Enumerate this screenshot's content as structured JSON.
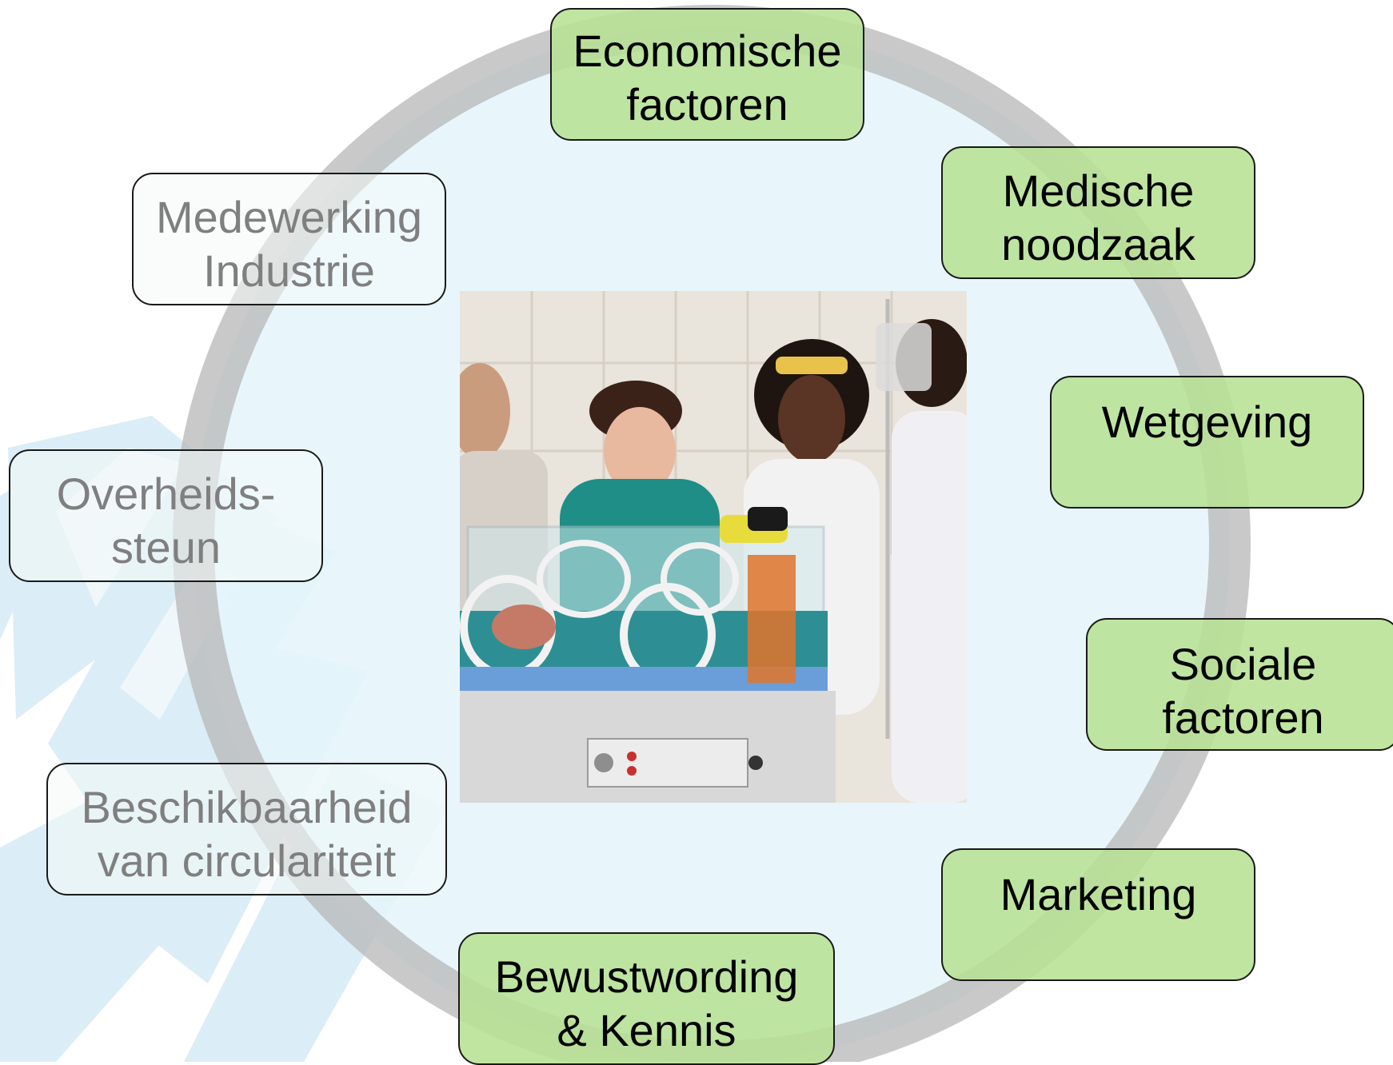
{
  "factors": {
    "economic": {
      "line1": "Economische",
      "line2": "factoren"
    },
    "medical": {
      "line1": "Medische",
      "line2": "noodzaak"
    },
    "legislation": {
      "line1": "Wetgeving"
    },
    "social": {
      "line1": "Sociale",
      "line2": "factoren"
    },
    "marketing": {
      "line1": "Marketing"
    },
    "awareness": {
      "line1": "Bewustwording",
      "line2": "& Kennis"
    },
    "availability": {
      "line1": "Beschikbaarheid",
      "line2": "van circulariteit"
    },
    "government": {
      "line1": "Overheids-",
      "line2": "steun"
    },
    "industry": {
      "line1": "Medewerking",
      "line2": "Industrie"
    }
  },
  "colors": {
    "active_fill": "#b7e194",
    "inactive_text": "#7f7f7f",
    "ring": "#c4c4c4",
    "circle_fill": "#e4f5fc",
    "stripe": "#cfe7f3"
  },
  "photo": {
    "description_icon": "incubator-photo"
  }
}
